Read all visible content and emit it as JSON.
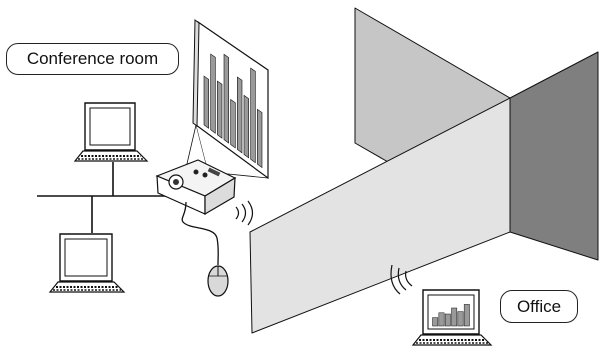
{
  "labels": {
    "conference_room": "Conference room",
    "office": "Office"
  },
  "screen_chart": {
    "bars": [
      0.55,
      0.85,
      0.6,
      0.95,
      0.5,
      0.8,
      0.65,
      1.0,
      0.6
    ]
  },
  "office_monitor_chart": {
    "bars": [
      0.35,
      0.55,
      0.5,
      0.75,
      0.6,
      0.9
    ]
  },
  "colors": {
    "wall_front": "#e3e3e3",
    "wall_side": "#7f7f7f",
    "wall_back": "#c9c9c9",
    "outline": "#111111"
  }
}
